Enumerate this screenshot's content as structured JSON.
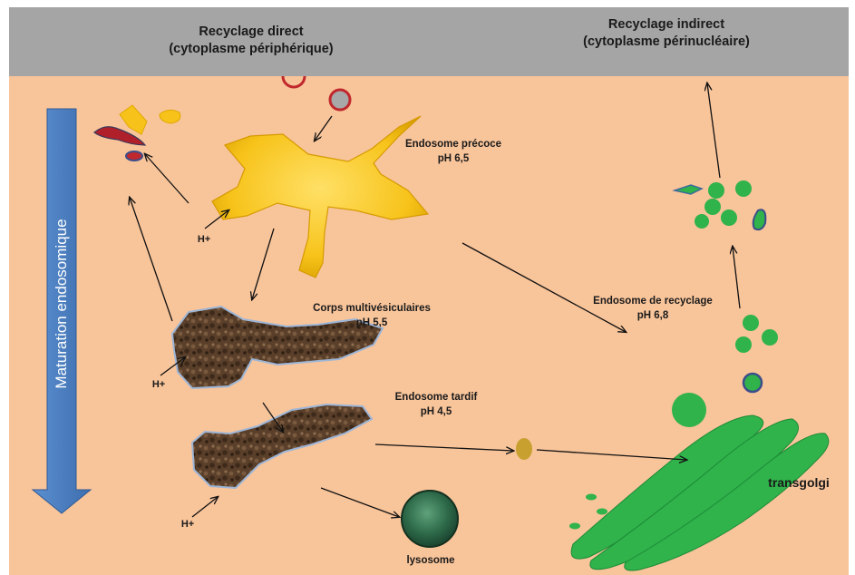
{
  "header": {
    "left_title_line1": "Recyclage direct",
    "left_title_line2": "(cytoplasme périphérique)",
    "right_title_line1": "Recyclage indirect",
    "right_title_line2": "(cytoplasme périnucléaire)"
  },
  "side_arrow": {
    "label": "Maturation endosomique",
    "color": "#4f81bd"
  },
  "labels": {
    "early_endosome_name": "Endosome précoce",
    "early_endosome_ph": "pH 6,5",
    "mvb_name": "Corps multivésiculaires",
    "mvb_ph": "pH 5,5",
    "late_endosome_name": "Endosome tardif",
    "late_endosome_ph": "pH 4,5",
    "recycling_endosome_name": "Endosome de recyclage",
    "recycling_endosome_ph": "pH 6,8",
    "lysosome": "lysosome",
    "transgolgi": "transgolgi",
    "h_plus_1": "H+",
    "h_plus_2": "H+",
    "h_plus_3": "H+"
  },
  "colors": {
    "cytoplasm": "#f8c49a",
    "header": "#a5a5a5",
    "early_endosome": "#f7c31a",
    "mvb": "#5a3f2a",
    "lysosome": "#2e6b4a",
    "golgi": "#2fb34a",
    "vesicle_green": "#2fb34a",
    "vesicle_red_outline": "#c0282d"
  }
}
